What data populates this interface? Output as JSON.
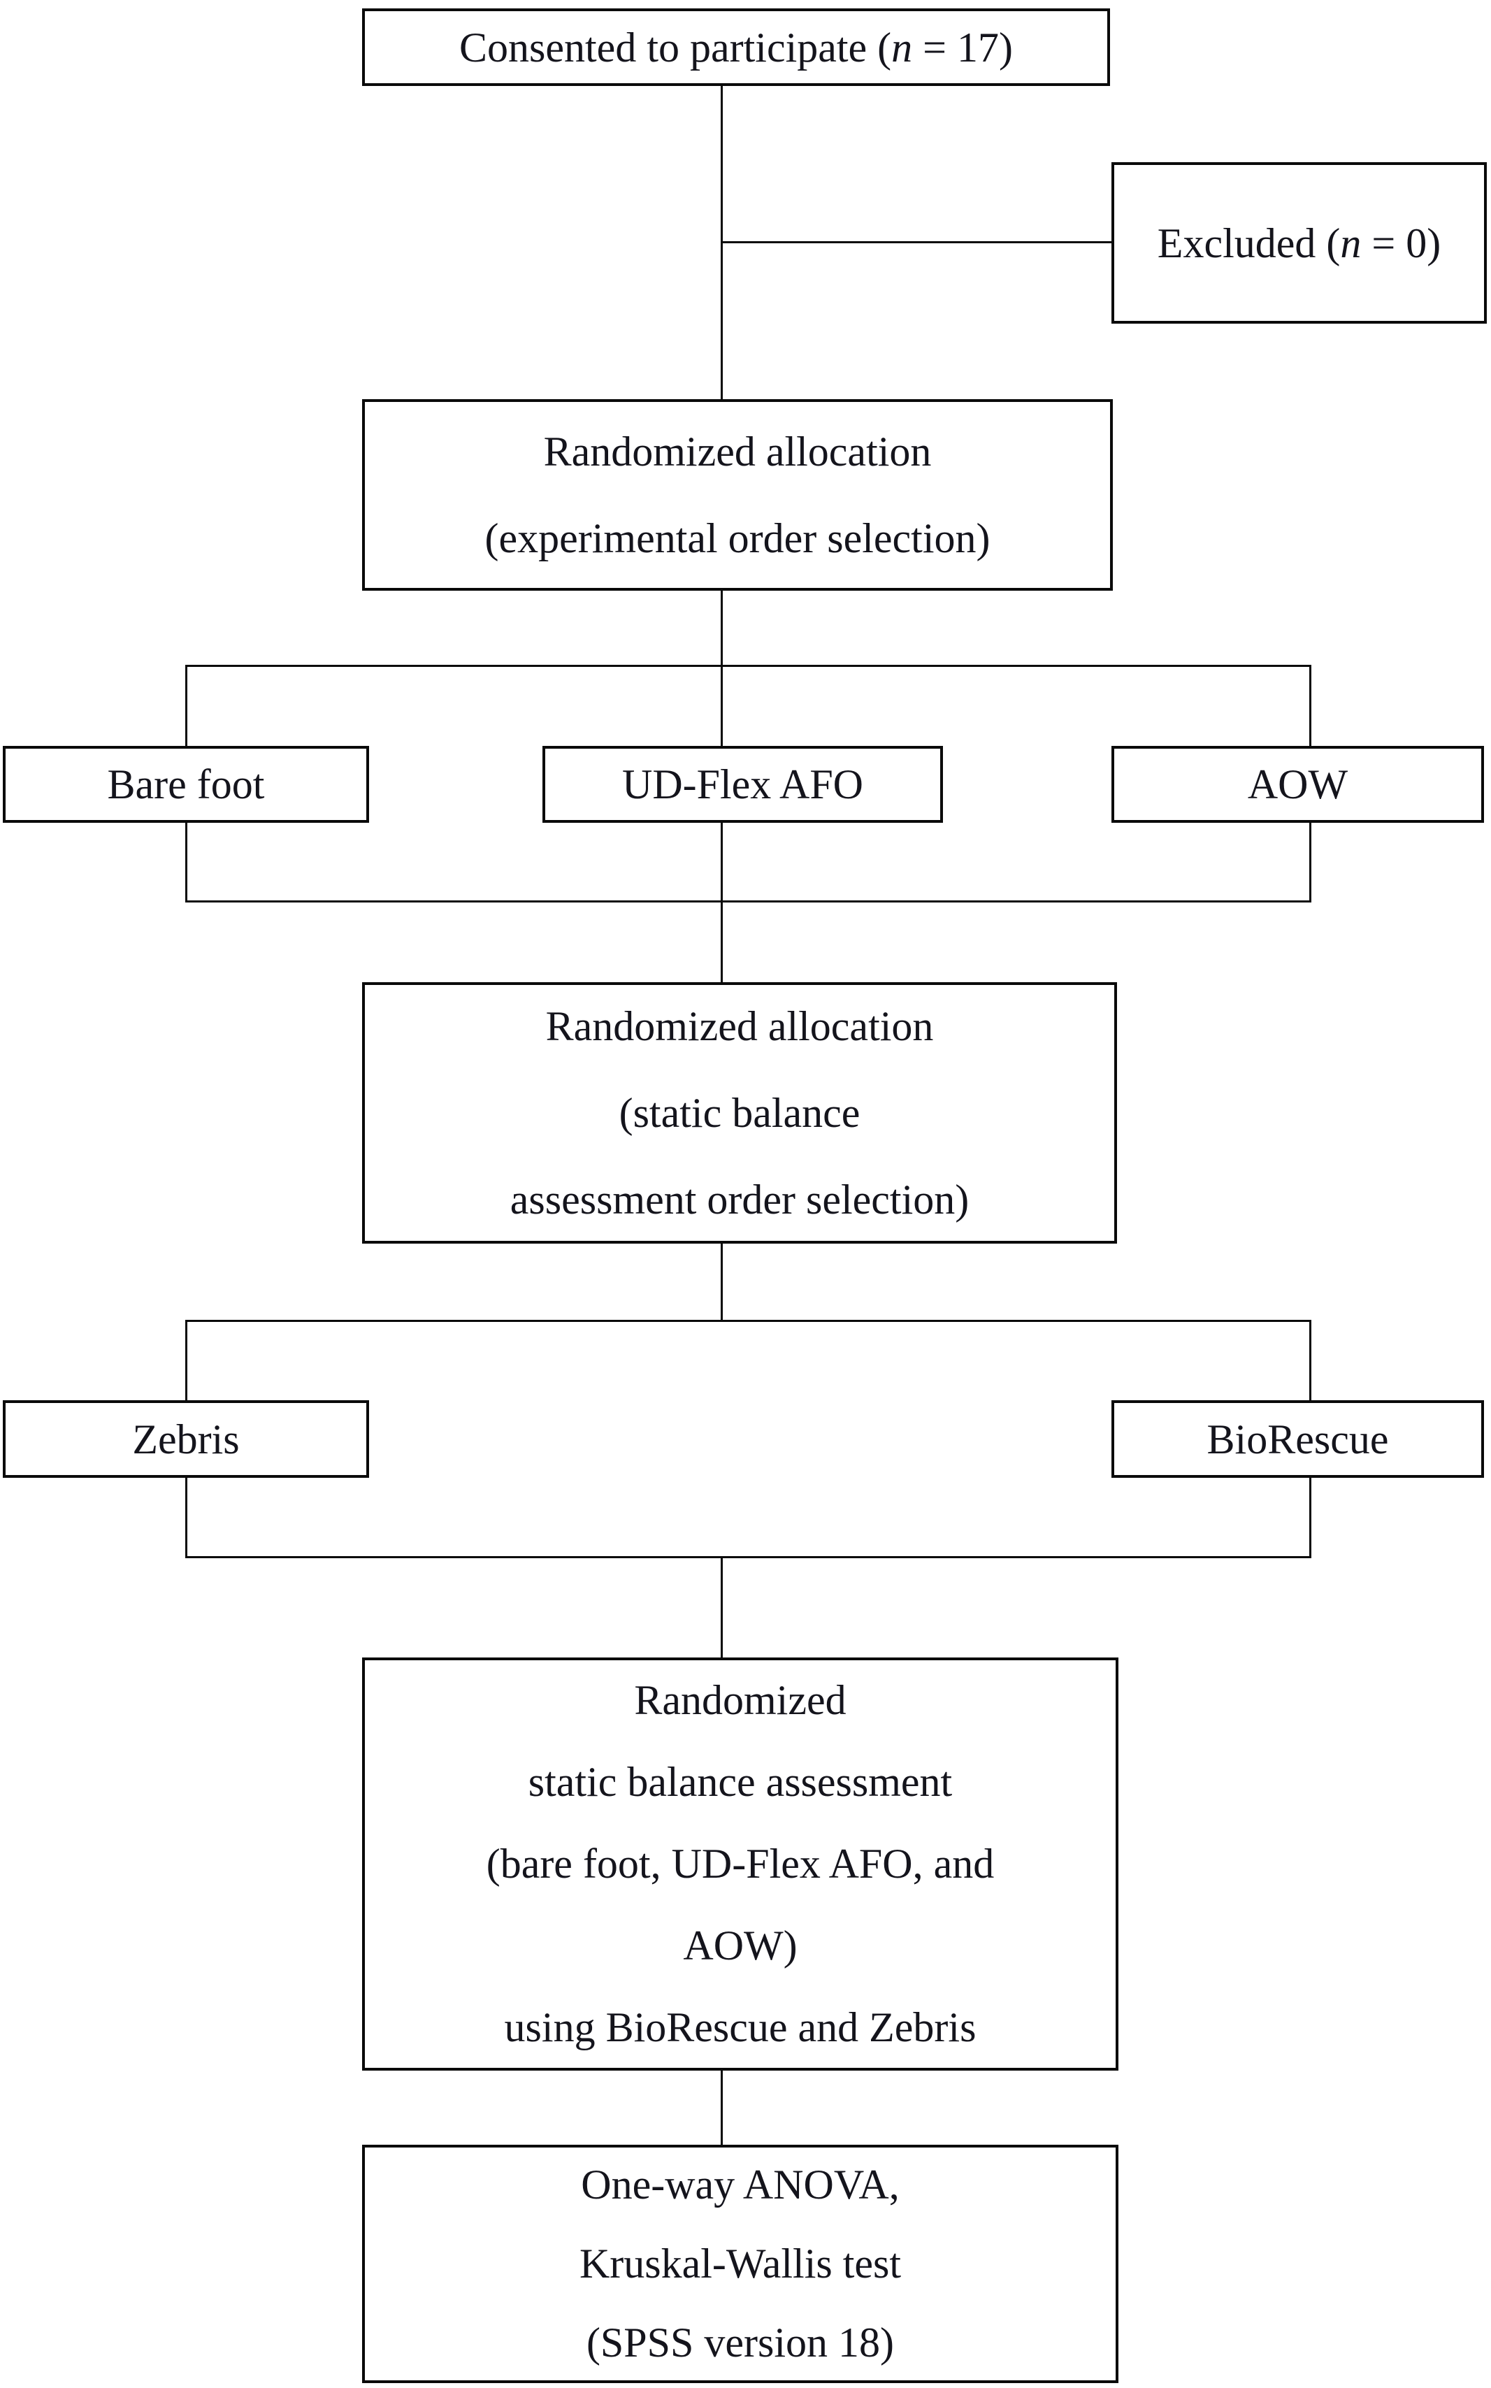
{
  "figure": {
    "type": "flowchart",
    "background_color": "#ffffff",
    "line_color": "#0a0a0a",
    "text_color": "#14141c"
  },
  "nodes": {
    "consented": {
      "prefix": "Consented to participate (",
      "n_var": "n",
      "suffix": " = 17)"
    },
    "excluded": {
      "prefix": "Excluded (",
      "n_var": "n",
      "suffix": " = 0)"
    },
    "randomized_allocation_1": {
      "lines": [
        "Randomized allocation",
        "(experimental order selection)"
      ]
    },
    "condition_barefoot": {
      "label": "Bare foot"
    },
    "condition_udflex": {
      "label": "UD-Flex AFO"
    },
    "condition_aow": {
      "label": "AOW"
    },
    "randomized_allocation_2": {
      "lines": [
        "Randomized allocation",
        "(static balance",
        "assessment order selection)"
      ]
    },
    "device_zebris": {
      "label": "Zebris"
    },
    "device_biorescue": {
      "label": "BioRescue"
    },
    "assessment": {
      "lines": [
        "Randomized",
        "static balance assessment",
        "(bare foot, UD-Flex AFO, and",
        "AOW)",
        "using BioRescue and Zebris"
      ]
    },
    "statistics": {
      "lines": [
        "One-way ANOVA,",
        "Kruskal-Wallis test",
        "(SPSS version 18)"
      ]
    }
  }
}
